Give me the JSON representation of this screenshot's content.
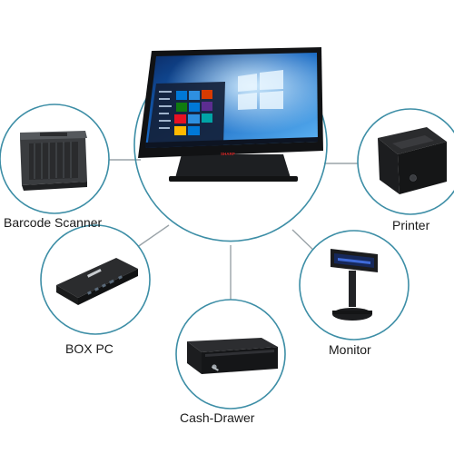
{
  "center": {
    "device": "pos-touchscreen-terminal",
    "brand_text": "SHARP"
  },
  "peripherals": [
    {
      "label": "Barcode Scanner",
      "icon": "barcode-scanner-icon"
    },
    {
      "label": "Printer",
      "icon": "receipt-printer-icon"
    },
    {
      "label": "BOX PC",
      "icon": "box-pc-icon"
    },
    {
      "label": "Monitor",
      "icon": "customer-display-icon"
    },
    {
      "label": "Cash-Drawer",
      "icon": "cash-drawer-icon"
    }
  ],
  "colors": {
    "ring": "#3d8ea6",
    "connector": "#9aa3a8",
    "desktop_blue": "#1565c0",
    "tile_accent": "#0078d7"
  }
}
